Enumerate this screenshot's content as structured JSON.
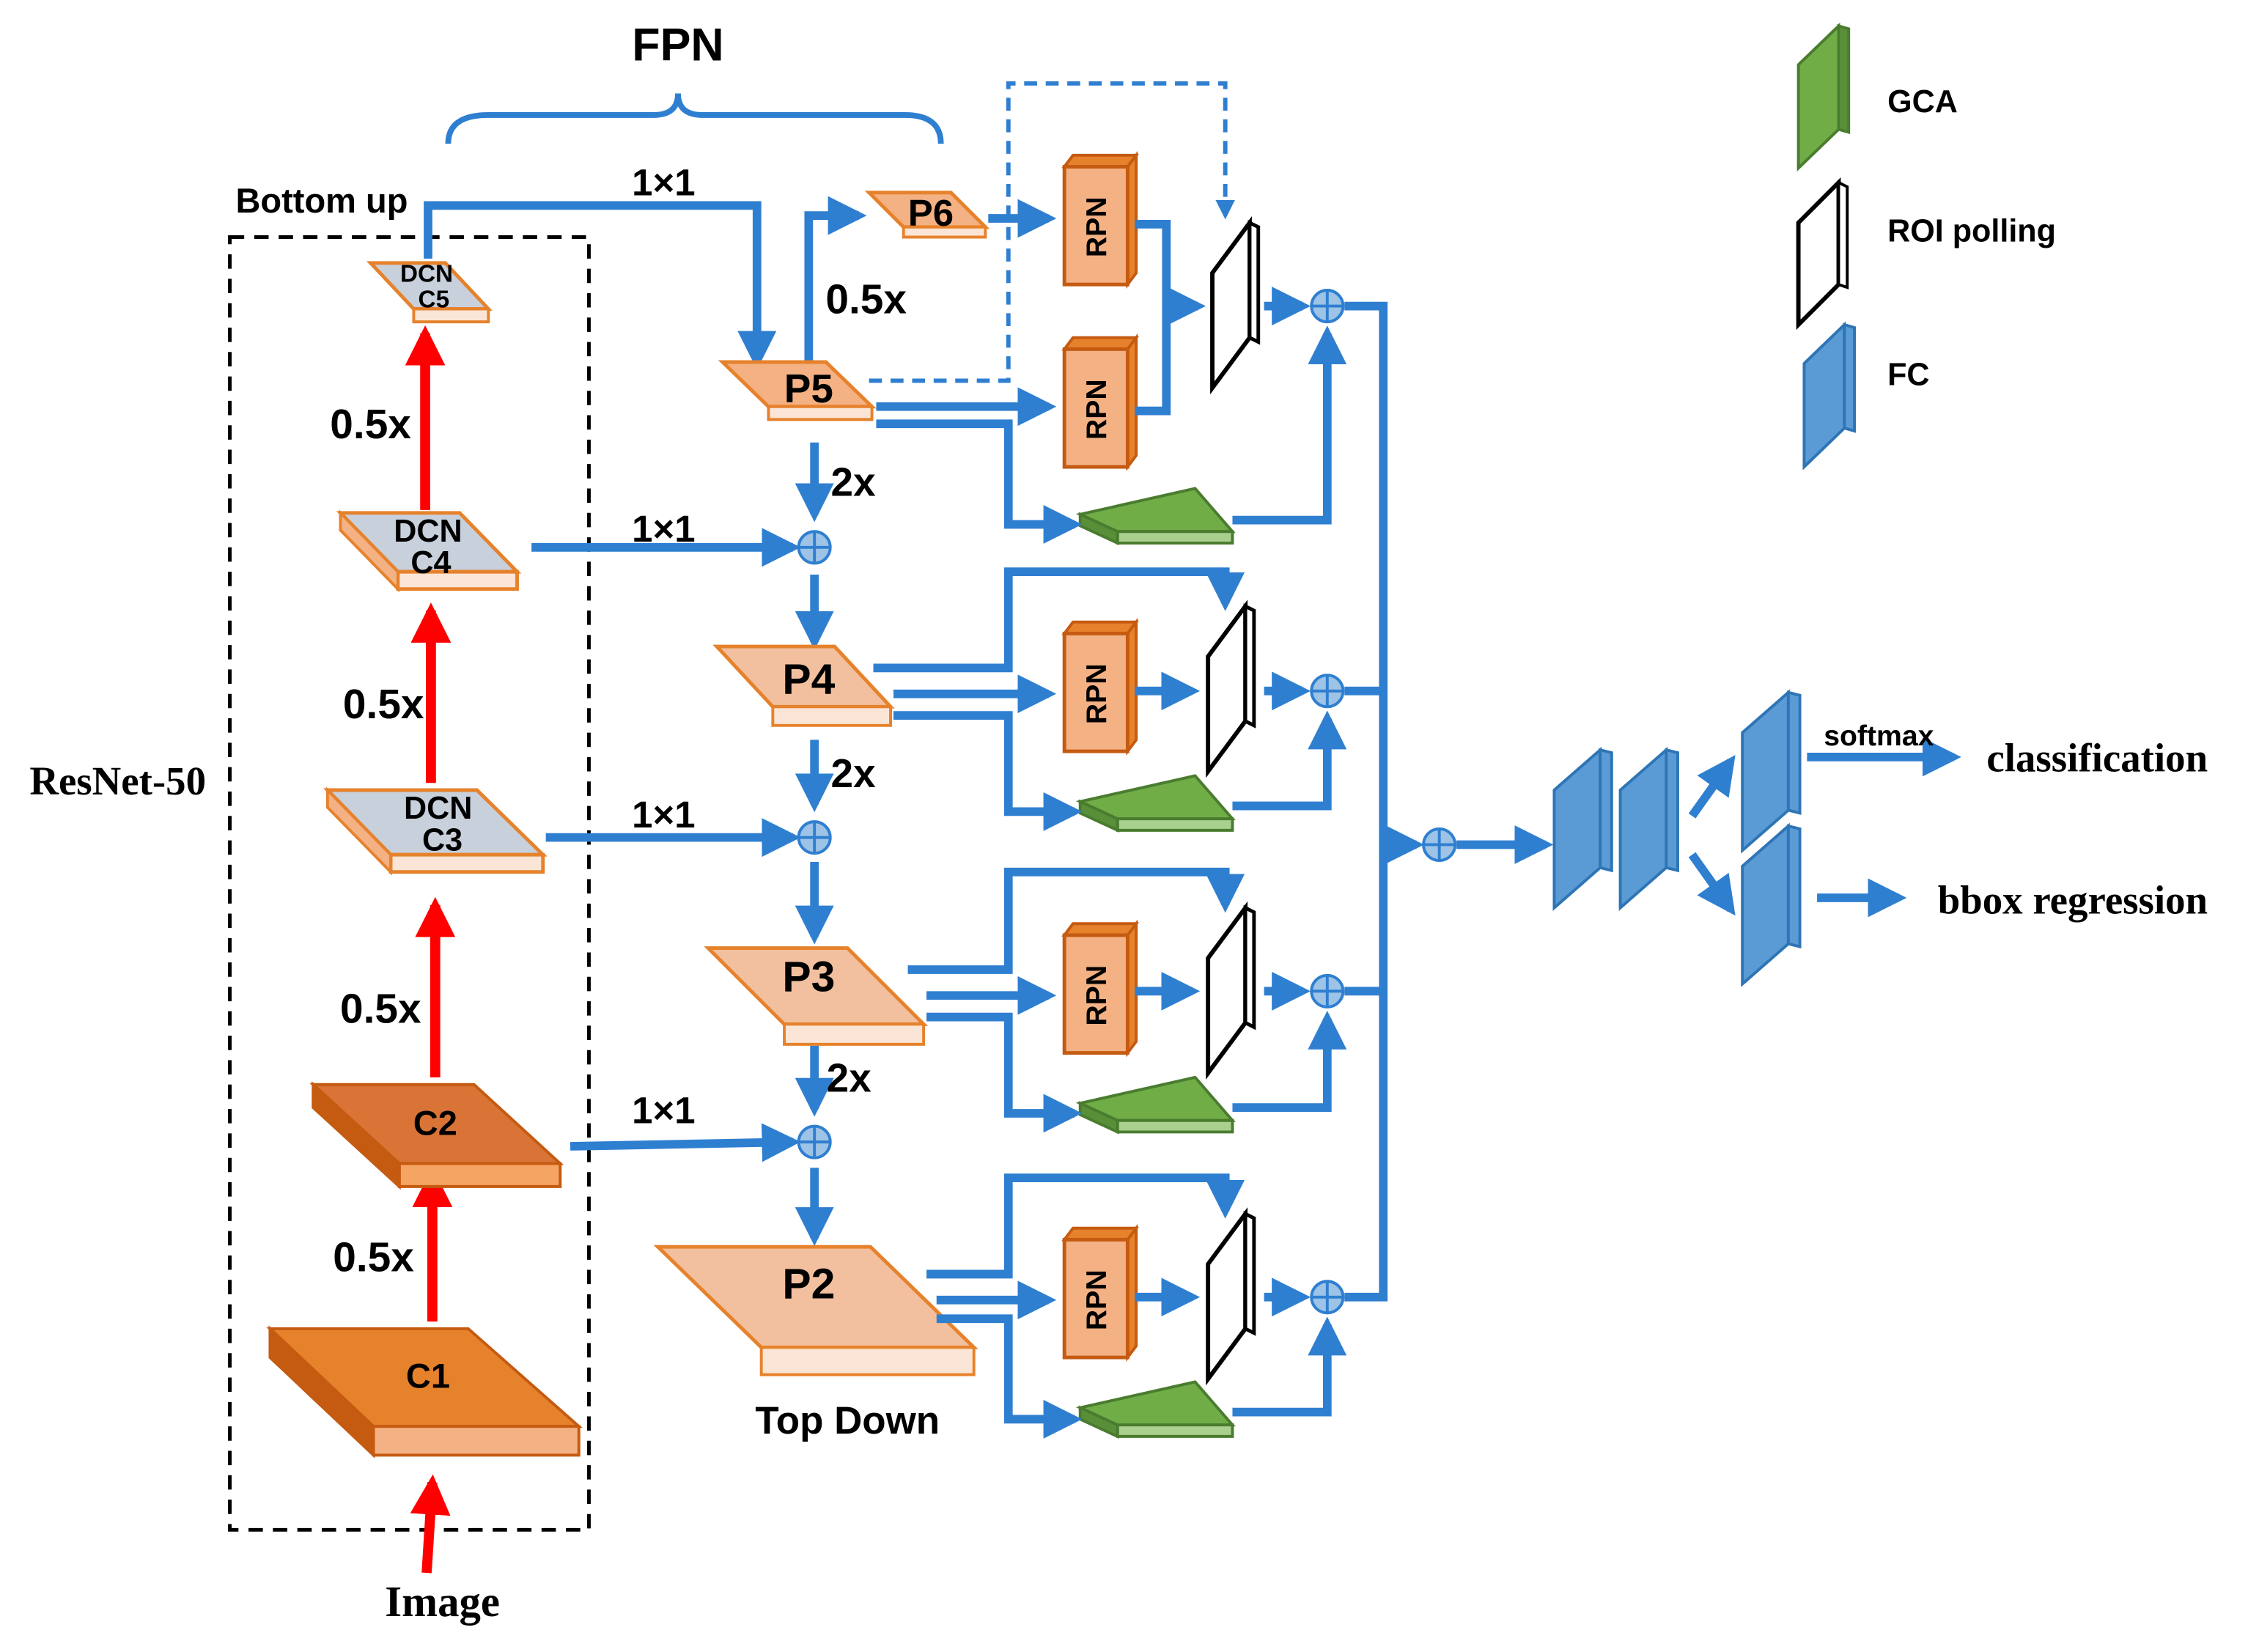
{
  "labels": {
    "fpn": "FPN",
    "bottom_up": "Bottom up",
    "top_down": "Top Down",
    "backbone": "ResNet-50",
    "image": "Image",
    "scale_down": "0.5x",
    "scale_up": "2x",
    "conv1x1": "1×1",
    "softmax": "softmax",
    "classification": "classification",
    "bbox_regression": "bbox regression"
  },
  "backbone_stages": {
    "c1": "C1",
    "c2": "C2",
    "c3": [
      "DCN",
      "C3"
    ],
    "c4": [
      "DCN",
      "C4"
    ],
    "c5": [
      "DCN",
      "C5"
    ]
  },
  "pyramid_levels": {
    "p2": "P2",
    "p3": "P3",
    "p4": "P4",
    "p5": "P5",
    "p6": "P6"
  },
  "rpn_label": "RPN",
  "legend": [
    {
      "label": "GCA",
      "color": "#70ad47"
    },
    {
      "label": "ROI polling",
      "color": "#ffffff"
    },
    {
      "label": "FC",
      "color": "#5b9bd5"
    }
  ],
  "colors": {
    "arrow_blue": "#2f7fd1",
    "arrow_red": "#ff0000",
    "orange_dark": "#e6822c",
    "orange_light": "#f4b183",
    "peach": "#f2c09f",
    "dcn_gray": "#c8d0dc",
    "gca_green": "#70ad47",
    "fc_blue": "#5b9bd5"
  }
}
